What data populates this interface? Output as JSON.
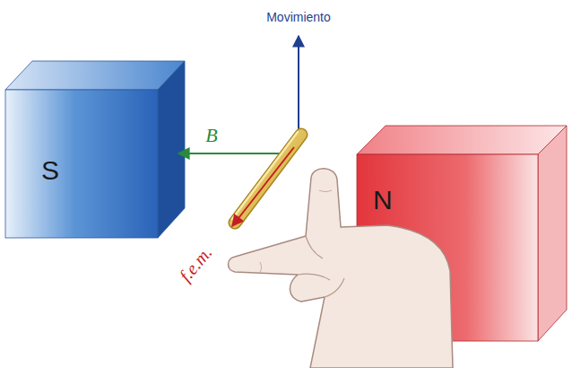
{
  "diagram": {
    "nodes": [
      {
        "text": [
          "S"
        ]
      },
      {
        "text": [
          "N"
        ]
      }
    ],
    "labels": [
      "Movimiento",
      "B",
      "f.e.m."
    ]
  }
}
